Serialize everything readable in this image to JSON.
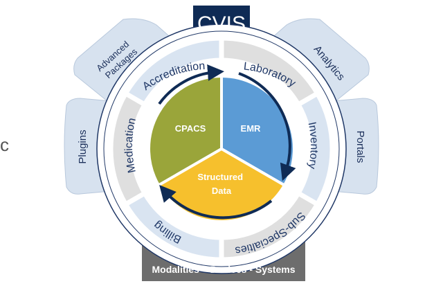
{
  "header": {
    "title": "CVIS"
  },
  "footer": {
    "label": "Modalities – Devices - Systems"
  },
  "outer_modules": {
    "advanced_packages": [
      "Advanced",
      "Packages"
    ],
    "analytics": "Analytics",
    "plugins": "Plugins",
    "portals": "Portals"
  },
  "ring_segments": {
    "accreditation": "Accreditation",
    "laboratory": "Laboratory",
    "inventory": "Inventory",
    "sub_specialties": "Sub-Specialties",
    "billing": "Billing",
    "medication": "Medication"
  },
  "core": {
    "cpacs": "CPACS",
    "emr": "EMR",
    "structured_data": [
      "Structured",
      "Data"
    ]
  },
  "edge_fragment": "c",
  "colors": {
    "navy": "#0f2b55",
    "cpacs": "#9aa53a",
    "emr": "#5b9bd5",
    "structured_data": "#f6c02d",
    "ring_gray": "#dfdfdf",
    "ring_blue": "#d9e4f1",
    "outer_tab": "#d7e2ef",
    "footer": "#6d6d6d"
  }
}
